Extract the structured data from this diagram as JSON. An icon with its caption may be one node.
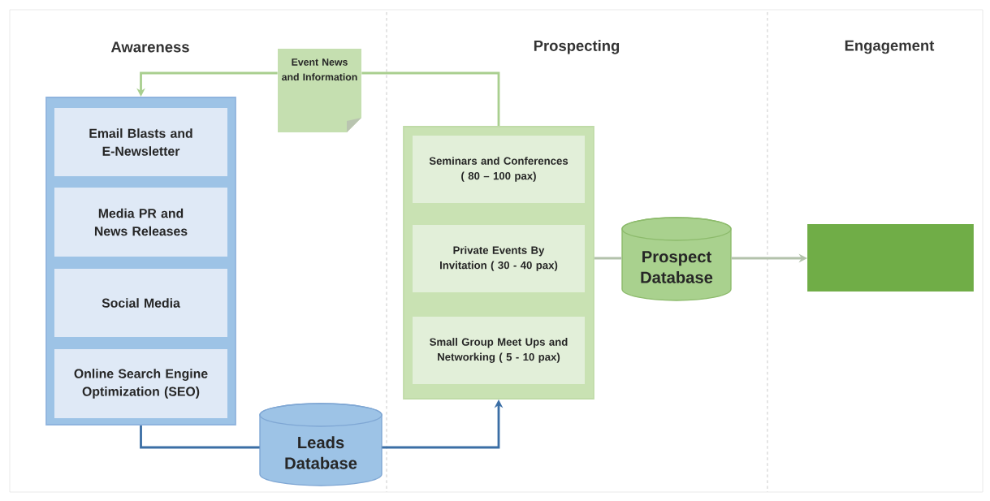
{
  "diagram": {
    "nodes": [
      {
        "text": [],
        "shape": "box"
      },
      {
        "text": [
          "Email Blasts and E-Newsletter"
        ],
        "in": 0
      },
      {
        "text": [
          "Media PR and News Releases"
        ],
        "in": 0
      },
      {
        "text": [
          "Social Media"
        ],
        "in": 0
      },
      {
        "text": [
          "Online Search Engine Optimization (SEO)"
        ],
        "in": 0
      },
      {
        "text": [
          "Event News and Information"
        ]
      },
      {
        "text": [],
        "shape": "box"
      },
      {
        "text": [
          "Seminars and Conferences ( 80 – 100 pax)"
        ],
        "in": 6
      },
      {
        "text": [
          "Private Events By Invitation ( 30 - 40 pax)"
        ],
        "in": 6
      },
      {
        "text": [
          "Small Group Meet Ups and Networking ( 5 - 10 pax)"
        ],
        "in": 6
      },
      {
        "text": [
          "Prospect Database"
        ]
      },
      {
        "text": [
          "Leads Database"
        ]
      },
      {
        "text": [],
        "shape": "box"
      }
    ],
    "edges": [
      {
        "from": 6,
        "to": 5,
        "arrow": "none",
        "color": "#a9cf8f"
      },
      {
        "from": 5,
        "to": 0,
        "arrow": "to",
        "color": "#a9cf8f"
      },
      {
        "from": 0,
        "to": 11,
        "arrow": "none",
        "color": "#3b6ea5"
      },
      {
        "from": 11,
        "to": 6,
        "arrow": "to",
        "color": "#3b6ea5"
      },
      {
        "from": 6,
        "to": 10,
        "arrow": "none",
        "color": "#b3c2ab"
      },
      {
        "from": 10,
        "to": 12,
        "arrow": "to",
        "color": "#b3c2ab"
      }
    ],
    "labels": [
      "Awareness",
      "Prospecting",
      "Engagement"
    ]
  }
}
